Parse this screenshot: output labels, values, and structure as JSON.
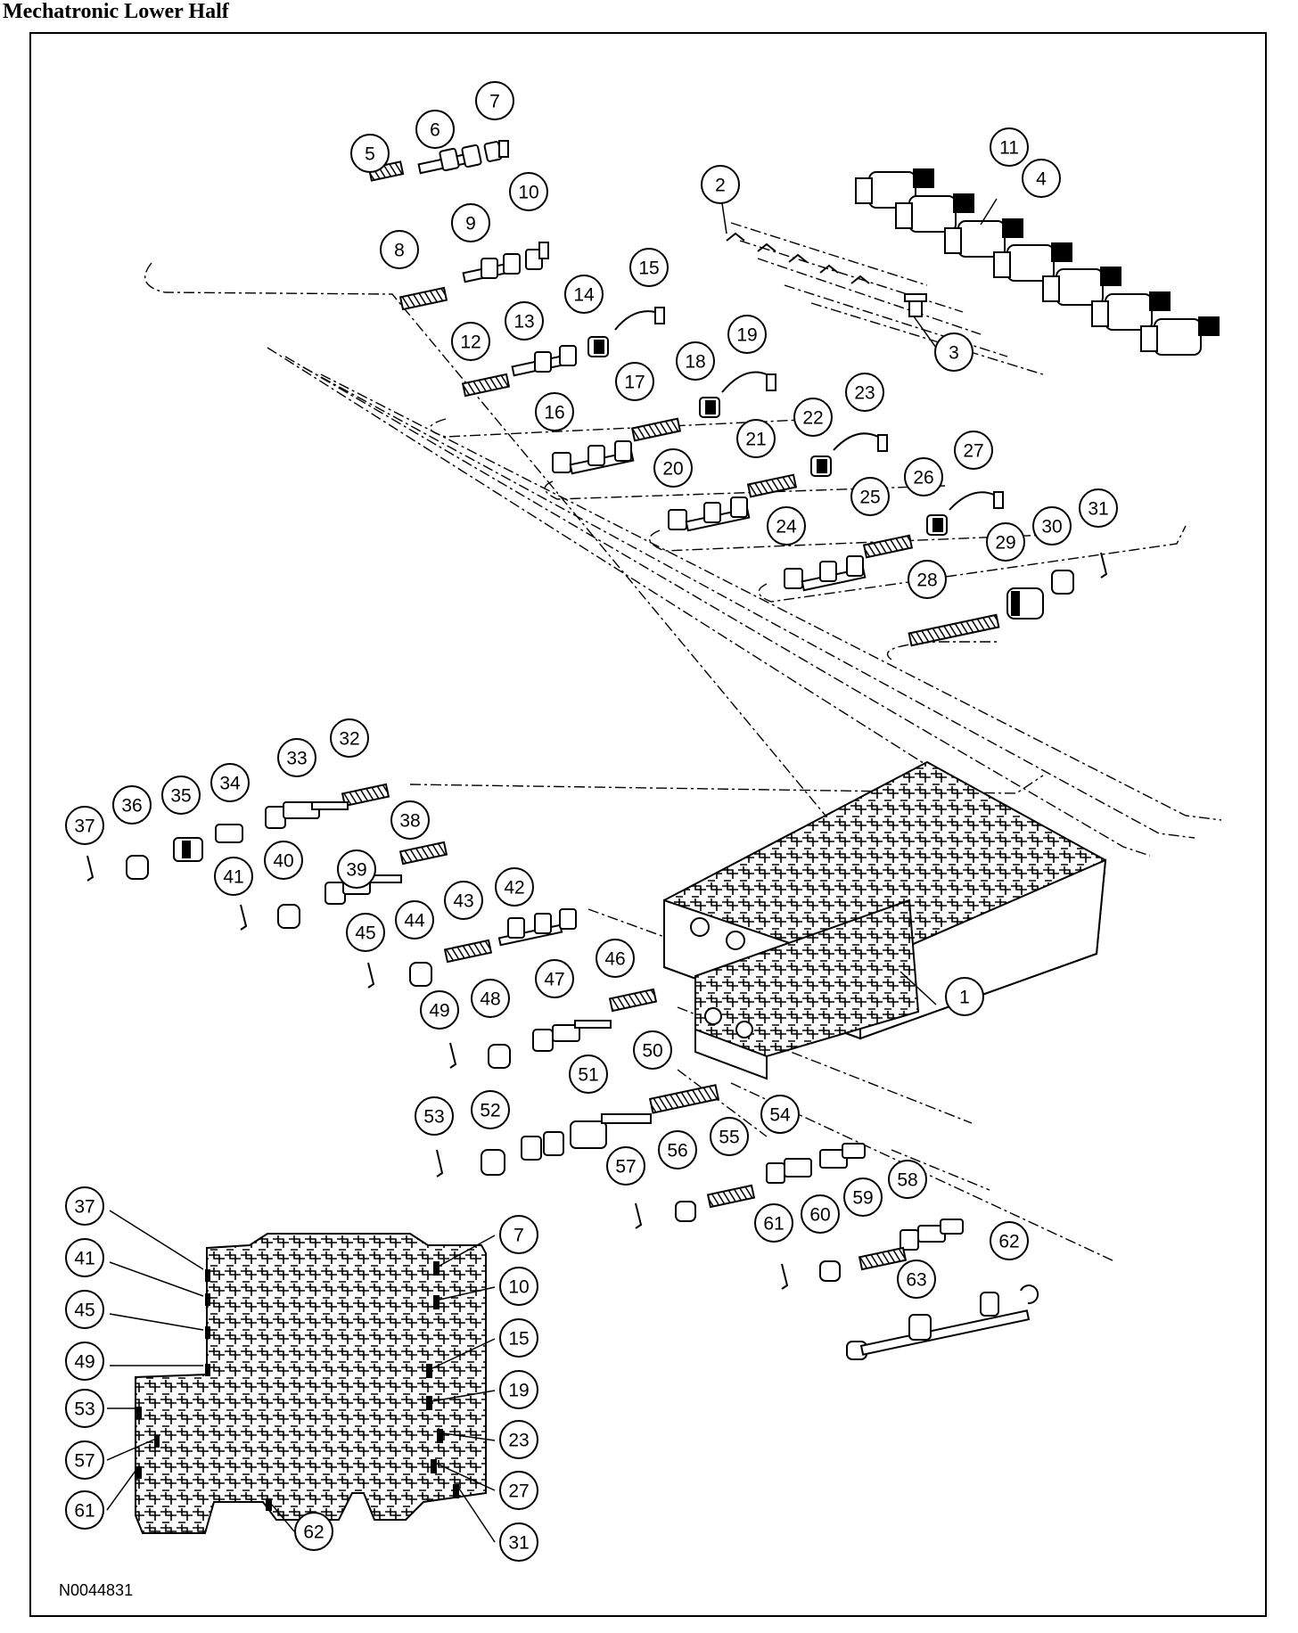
{
  "title": "Mechatronic Lower Half",
  "figure_id": "N0044831",
  "callouts": {
    "c1": "1",
    "c2": "2",
    "c3": "3",
    "c4": "4",
    "c5": "5",
    "c6": "6",
    "c7": "7",
    "c8": "8",
    "c9": "9",
    "c10": "10",
    "c11": "11",
    "c12": "12",
    "c13": "13",
    "c14": "14",
    "c15": "15",
    "c16": "16",
    "c17": "17",
    "c18": "18",
    "c19": "19",
    "c20": "20",
    "c21": "21",
    "c22": "22",
    "c23": "23",
    "c24": "24",
    "c25": "25",
    "c26": "26",
    "c27": "27",
    "c28": "28",
    "c29": "29",
    "c30": "30",
    "c31": "31",
    "c32": "32",
    "c33": "33",
    "c34": "34",
    "c35": "35",
    "c36": "36",
    "c37": "37",
    "c38": "38",
    "c39": "39",
    "c40": "40",
    "c41": "41",
    "c42": "42",
    "c43": "43",
    "c44": "44",
    "c45": "45",
    "c46": "46",
    "c47": "47",
    "c48": "48",
    "c49": "49",
    "c50": "50",
    "c51": "51",
    "c52": "52",
    "c53": "53",
    "c54": "54",
    "c55": "55",
    "c56": "56",
    "c57": "57",
    "c58": "58",
    "c59": "59",
    "c60": "60",
    "c61": "61",
    "c62": "62",
    "c63": "63"
  },
  "inset_callouts": {
    "l37": "37",
    "l41": "41",
    "l45": "45",
    "l49": "49",
    "l53": "53",
    "l57": "57",
    "l61": "61",
    "r7": "7",
    "r10": "10",
    "r15": "15",
    "r19": "19",
    "r23": "23",
    "r27": "27",
    "r31": "31",
    "b62": "62"
  }
}
